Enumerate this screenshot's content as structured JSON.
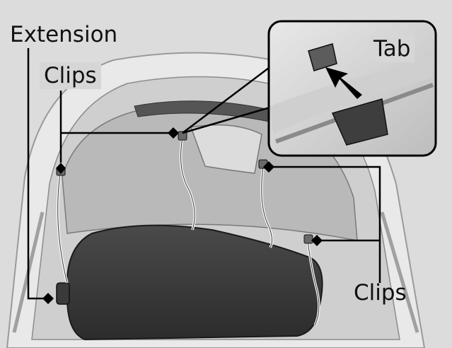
{
  "labels": {
    "extension": "Extension",
    "clips_top": "Clips",
    "clips_bottom": "Clips",
    "tab": "Tab"
  },
  "colors": {
    "background": "#dcdcdc",
    "trunk_panel": "#3a3a3a",
    "callout_line": "#000000",
    "label_background": "#d6d6d6"
  },
  "icons": [
    "arrow-icon",
    "diamond-marker-icon"
  ]
}
